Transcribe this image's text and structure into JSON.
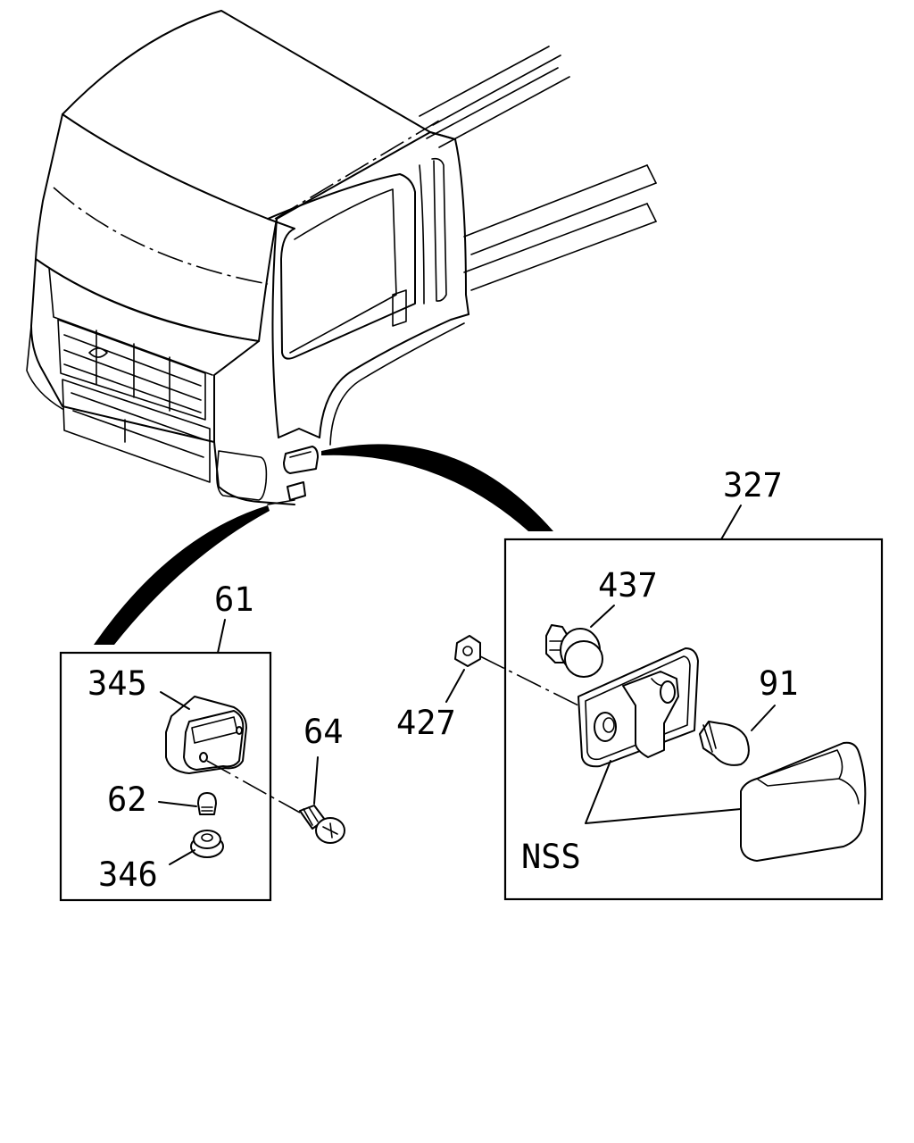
{
  "diagram": {
    "labels": {
      "l327": "327",
      "l437": "437",
      "l91": "91",
      "l427": "427",
      "lNSS": "NSS",
      "l61": "61",
      "l345": "345",
      "l64": "64",
      "l62": "62",
      "l346": "346"
    }
  }
}
